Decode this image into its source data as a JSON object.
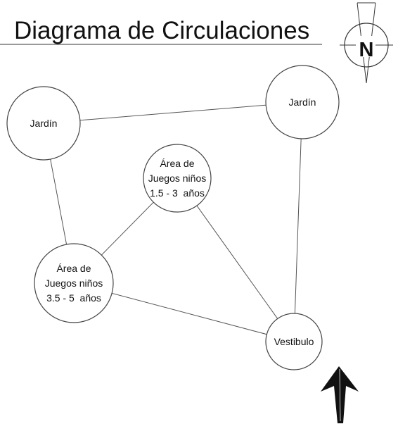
{
  "title": "Diagrama de Circulaciones",
  "compass": {
    "letter": "N"
  },
  "nodes": [
    {
      "id": "jardin-left",
      "lines": [
        "Jardín"
      ]
    },
    {
      "id": "jardin-right",
      "lines": [
        "Jardín"
      ]
    },
    {
      "id": "juegos-small",
      "lines": [
        "Área de",
        "Juegos niños",
        "1.5 - 3  años"
      ]
    },
    {
      "id": "juegos-big",
      "lines": [
        "Área de",
        "Juegos niños",
        "3.5 - 5  años"
      ]
    },
    {
      "id": "vestibulo",
      "lines": [
        "Vestibulo"
      ]
    }
  ],
  "edges": [
    [
      "jardin-left",
      "jardin-right"
    ],
    [
      "jardin-left",
      "juegos-big"
    ],
    [
      "jardin-right",
      "vestibulo"
    ],
    [
      "juegos-small",
      "juegos-big"
    ],
    [
      "juegos-small",
      "vestibulo"
    ],
    [
      "juegos-big",
      "vestibulo"
    ]
  ]
}
